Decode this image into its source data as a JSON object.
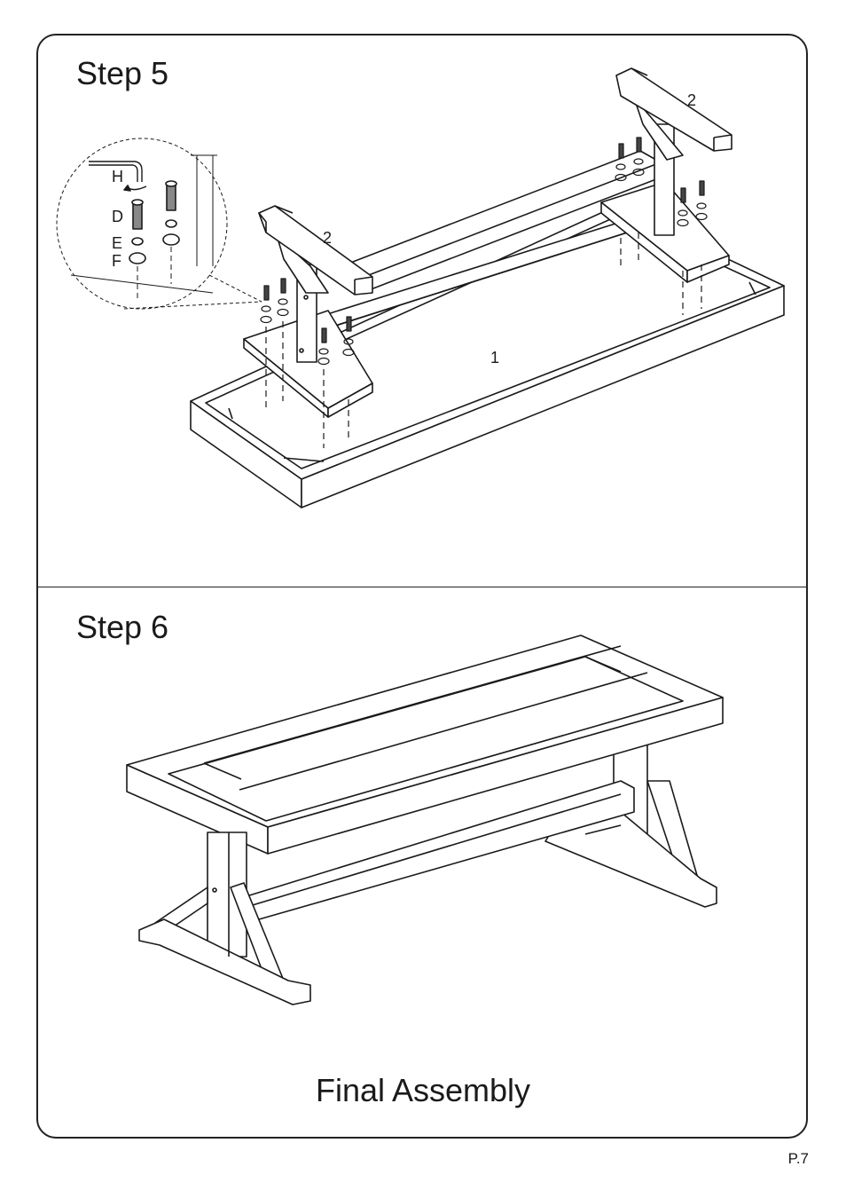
{
  "step5": {
    "title": "Step  5",
    "part_labels": {
      "tabletop": "1",
      "leg_left": "2",
      "leg_right": "2"
    },
    "hardware_labels": {
      "h": "H",
      "d": "D",
      "e": "E",
      "f": "F"
    }
  },
  "step6": {
    "title": "Step  6",
    "caption": "Final Assembly"
  },
  "footer": {
    "page": "P.7"
  }
}
